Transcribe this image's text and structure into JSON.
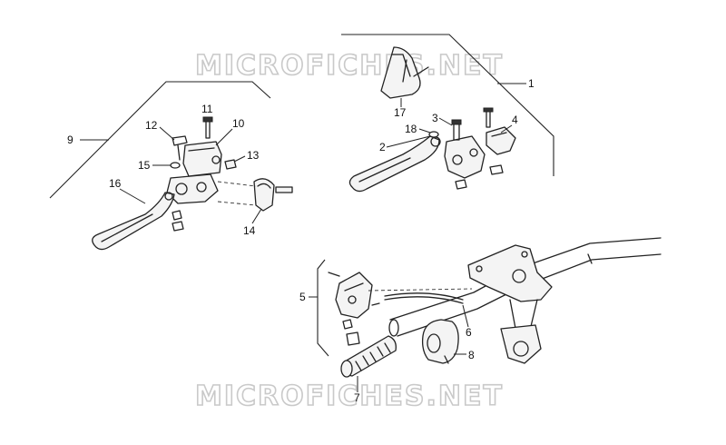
{
  "watermark": {
    "top_text": "MICROFICHES.NET",
    "bottom_text": "MICROFICHES.NET"
  },
  "callouts": [
    {
      "id": "c1",
      "label": "1"
    },
    {
      "id": "c2",
      "label": "2"
    },
    {
      "id": "c3",
      "label": "3"
    },
    {
      "id": "c4",
      "label": "4"
    },
    {
      "id": "c5",
      "label": "5"
    },
    {
      "id": "c6",
      "label": "6"
    },
    {
      "id": "c7",
      "label": "7"
    },
    {
      "id": "c8",
      "label": "8"
    },
    {
      "id": "c9",
      "label": "9"
    },
    {
      "id": "c10",
      "label": "10"
    },
    {
      "id": "c11",
      "label": "11"
    },
    {
      "id": "c12",
      "label": "12"
    },
    {
      "id": "c13",
      "label": "13"
    },
    {
      "id": "c14",
      "label": "14"
    },
    {
      "id": "c15",
      "label": "15"
    },
    {
      "id": "c16",
      "label": "16"
    },
    {
      "id": "c17",
      "label": "17"
    },
    {
      "id": "c18",
      "label": "18"
    }
  ],
  "colors": {
    "line": "#222222",
    "watermark": "#c9c9c9",
    "background": "#ffffff"
  }
}
